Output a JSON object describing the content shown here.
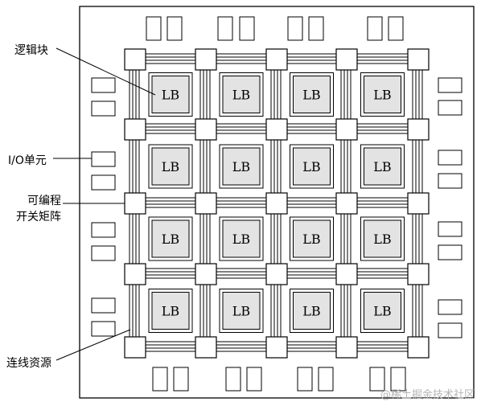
{
  "block_label": "LB",
  "labels": {
    "logic_block": "逻辑块",
    "io_unit": "I/O单元",
    "prog_switch_line1": "可编程",
    "prog_switch_line2": "开关矩阵",
    "routing": "连线资源"
  },
  "watermark": "@稀土掘金技术社区",
  "colors": {
    "stroke": "#000000",
    "fill_gray": "#e3e3e3",
    "fill_white": "#ffffff"
  }
}
